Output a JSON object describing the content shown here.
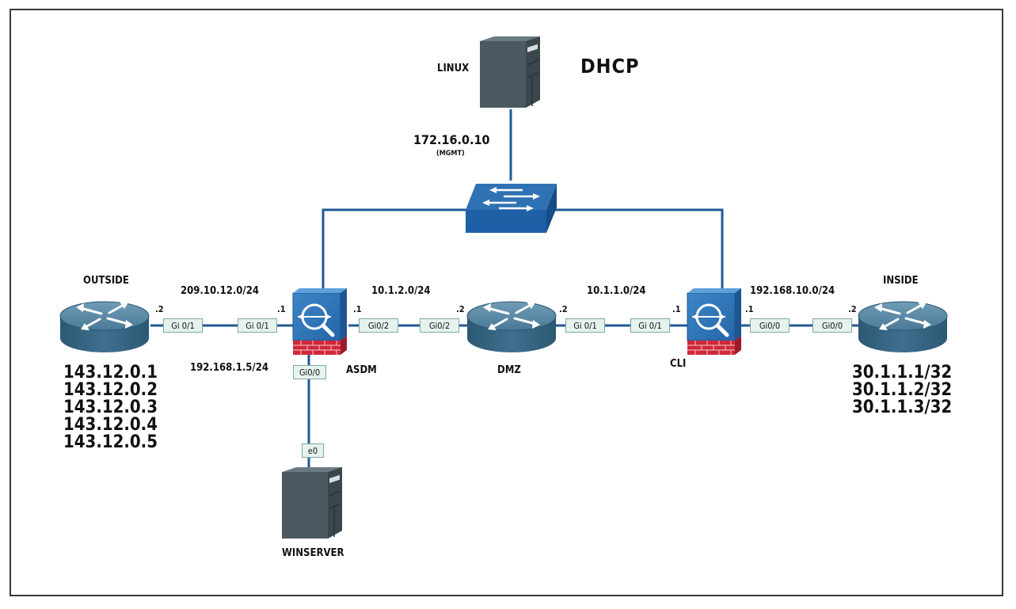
{
  "colors": {
    "link": "#1f5a96",
    "router": "#3f6f8e",
    "firewall": "#2f72b4",
    "firewall_bricks": "#d1283a",
    "switch": "#1f5fa6",
    "server": "#4b5a61"
  },
  "devices": {
    "linux": {
      "label": "LINUX",
      "icon": "server-icon"
    },
    "winserver": {
      "label": "WINSERVER",
      "icon": "server-icon"
    },
    "switch": {
      "icon": "switch-icon"
    },
    "outside": {
      "label": "OUTSIDE",
      "icon": "router-icon",
      "addresses": [
        "143.12.0.1",
        "143.12.0.2",
        "143.12.0.3",
        "143.12.0.4",
        "143.12.0.5"
      ]
    },
    "asdm": {
      "label": "ASDM",
      "icon": "firewall-icon"
    },
    "dmz": {
      "label": "DMZ",
      "icon": "router-icon"
    },
    "cli": {
      "label": "CLI",
      "icon": "firewall-icon"
    },
    "inside": {
      "label": "INSIDE",
      "icon": "router-icon",
      "addresses": [
        "30.1.1.1/32",
        "30.1.1.2/32",
        "30.1.1.3/32"
      ]
    }
  },
  "annotations": {
    "dhcp": "DHCP",
    "mgmt_ip": "172.16.0.10",
    "mgmt_note": "(MGMT)"
  },
  "subnets": {
    "outside_asdm": "209.10.12.0/24",
    "asdm_dmz": "10.1.2.0/24",
    "dmz_cli": "10.1.1.0/24",
    "cli_inside": "192.168.10.0/24",
    "asdm_win": "192.168.1.5/24"
  },
  "host_octets": {
    "outside": ".2",
    "asdm_outside": ".1",
    "asdm_dmz": ".1",
    "dmz_asdm": ".2",
    "dmz_cli": ".2",
    "cli_dmz": ".1",
    "cli_inside": ".1",
    "inside": ".2"
  },
  "ports": {
    "outside_gi01": "Gi 0/1",
    "asdm_gi01": "Gi 0/1",
    "asdm_gi02": "Gi0/2",
    "dmz_gi02": "Gi0/2",
    "dmz_gi01": "Gi 0/1",
    "cli_gi01": "Gi 0/1",
    "cli_gi00": "Gi0/0",
    "inside_gi00": "Gi0/0",
    "asdm_gi00": "Gi0/0",
    "win_e0": "e0"
  }
}
